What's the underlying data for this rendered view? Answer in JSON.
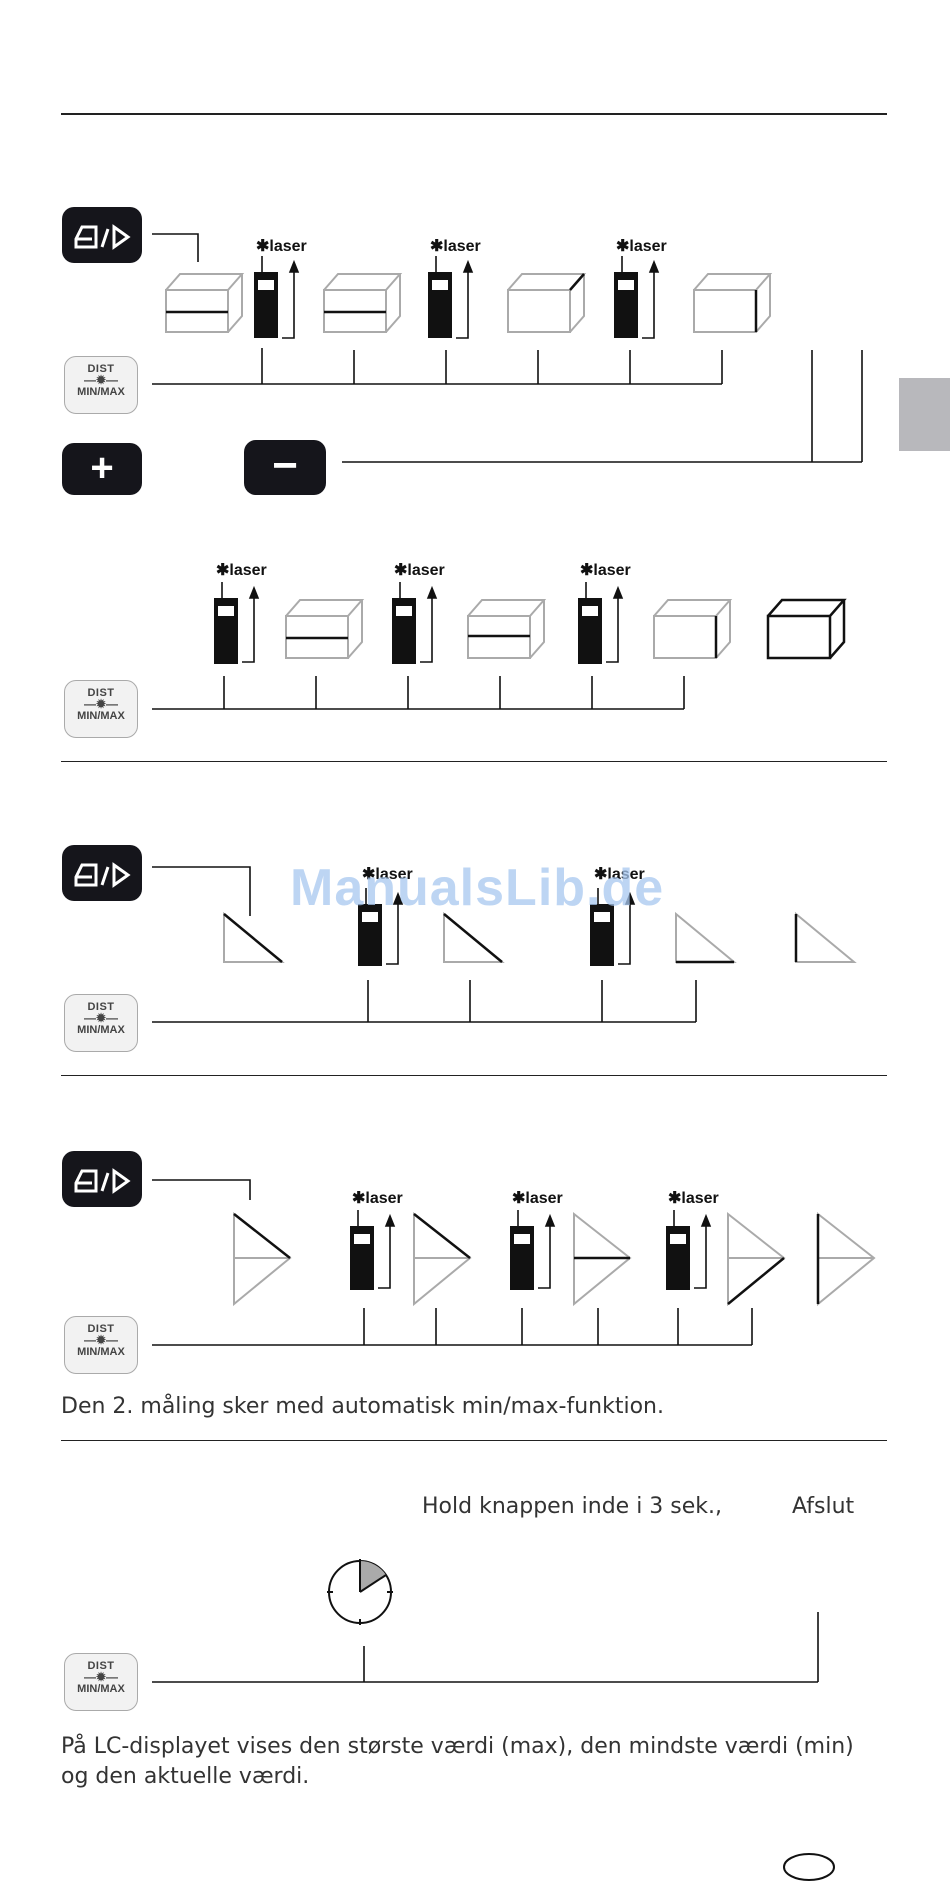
{
  "buttons": {
    "dist_line1": "DIST",
    "dist_line2": "—✹—",
    "dist_line3": "MIN/MAX",
    "plus": "+",
    "minus": "−"
  },
  "laser_label": "laser",
  "laser_star": "✱",
  "watermark": "ManualsLib.de",
  "captions": {
    "section4": "Den 2. måling sker med automatisk min/max-funktion.",
    "hold": "Hold knappen inde i 3 sek.,",
    "exit": "Afslut",
    "section5": "På LC-displayet vises den største værdi (max), den mindste værdi (min) og den aktuelle værdi."
  },
  "colors": {
    "button_dark": "#15151b",
    "tab_gray": "#b8b8bc",
    "watermark": "#a8c8f0"
  },
  "icons": [
    "mode-switch-icon",
    "box-volume-icon",
    "laser-device-icon",
    "triangle-icon",
    "clock-timer-icon",
    "region-oval-icon"
  ]
}
